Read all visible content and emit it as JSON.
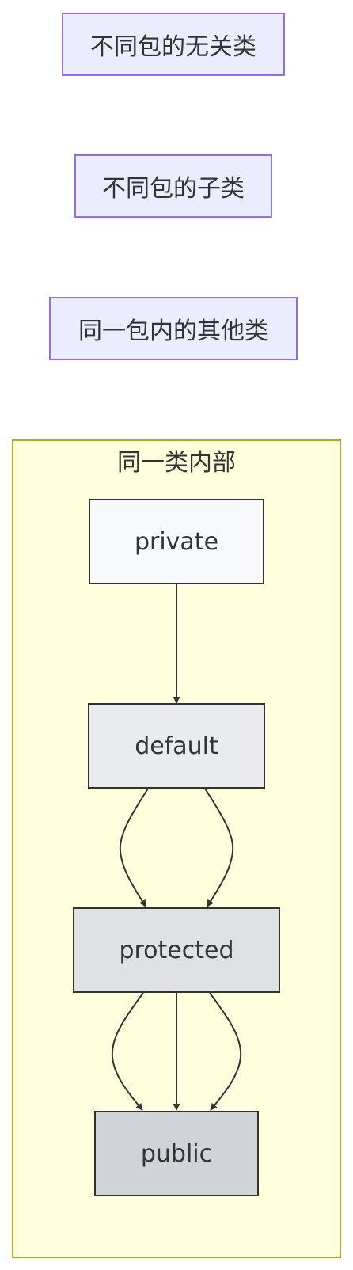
{
  "outer_nodes": {
    "unrelated_other_package": "不同包的无关类",
    "subclass_other_package": "不同包的子类",
    "other_class_same_package": "同一包内的其他类"
  },
  "subgraph": {
    "title": "同一类内部",
    "nodes": {
      "private": "private",
      "default": "default",
      "protected": "protected",
      "public": "public"
    }
  },
  "colors": {
    "outer_node_fill": "#ECECFF",
    "outer_node_border": "#9370DB",
    "subgraph_fill": "#ffffde",
    "subgraph_border": "#aaaa33",
    "private_fill": "#f8f9fb",
    "default_fill": "#e9ebee",
    "protected_fill": "#dfe1e5",
    "public_fill": "#d0d3d8",
    "edge": "#333333"
  },
  "edges": [
    {
      "from": "private",
      "to": "default"
    },
    {
      "from": "default",
      "to": "protected"
    },
    {
      "from": "default",
      "to": "protected"
    },
    {
      "from": "protected",
      "to": "public"
    },
    {
      "from": "protected",
      "to": "public"
    },
    {
      "from": "protected",
      "to": "public"
    }
  ]
}
